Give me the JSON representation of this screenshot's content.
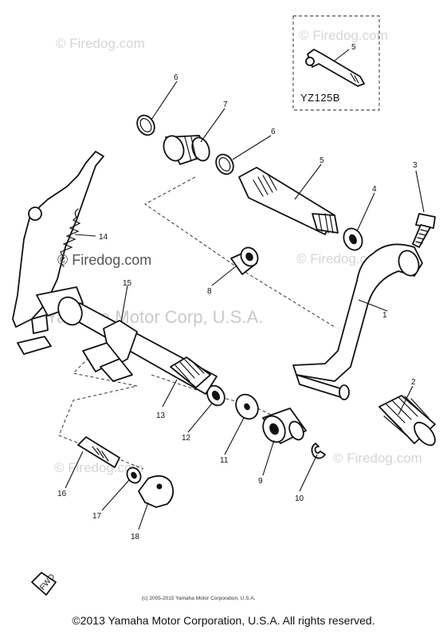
{
  "watermarks": {
    "site": "© Firedog.com",
    "overlay_site": "© Firedog.com",
    "company": "Yamaha Motor Corp, U.S.A."
  },
  "inset": {
    "label": "YZ125B",
    "part_number": "5"
  },
  "callouts": [
    "1",
    "2",
    "3",
    "4",
    "5",
    "6",
    "6",
    "7",
    "8",
    "9",
    "10",
    "11",
    "12",
    "13",
    "14",
    "15",
    "16",
    "17",
    "18"
  ],
  "small_copyright": "(c) 2005-2015 Yamaha Motor Corporation, U.S.A.",
  "direction_mark": "FWD",
  "footer": "©2013 Yamaha Motor Corporation, U.S.A. All rights reserved."
}
